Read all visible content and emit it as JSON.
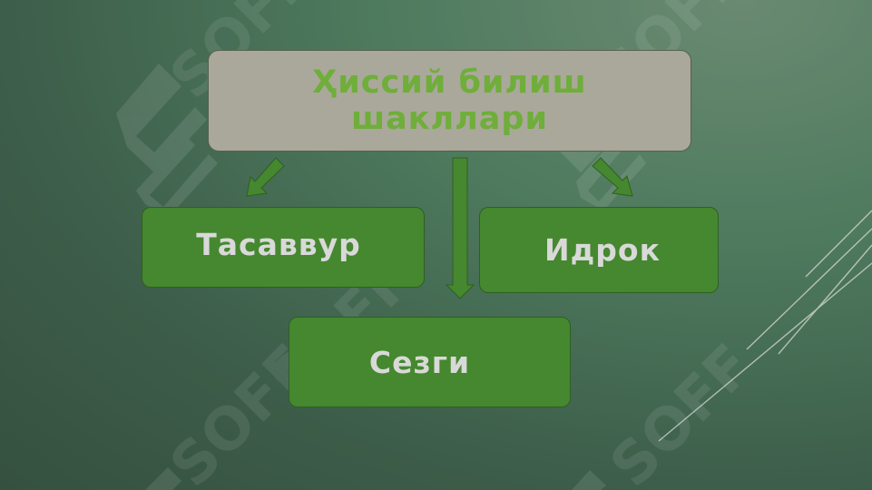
{
  "diagram": {
    "title": "Ҳиссий билиш шакллари",
    "nodes": {
      "tasavvur": "Тасаввур",
      "idrok": "Идрок",
      "sezgi": "Сезги"
    }
  },
  "watermark": {
    "text": "SOFF"
  },
  "colors": {
    "title_text": "#6fae3a",
    "title_fill": "#aaa89a",
    "node_fill": "#45882f",
    "node_text": "#d9d9d9",
    "arrow_fill": "#45882f"
  }
}
